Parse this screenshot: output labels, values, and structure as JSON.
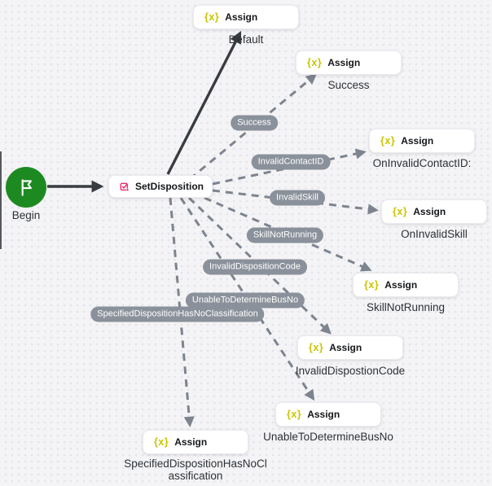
{
  "canvas": {
    "background": "#f4f4f6",
    "dot_color": "#e3e3ec"
  },
  "palette": {
    "begin_green": "#1d8a21",
    "assign_icon_color": "#c9c400",
    "setdisposition_icon_color": "#e41a63",
    "connector_gray": "#7d848e",
    "solid_arrow": "#383c40",
    "pill_bg": "#8a919a",
    "pill_text": "#ffffff",
    "caption_color": "#2d3136"
  },
  "nodes": {
    "begin": {
      "label": "Begin",
      "icon": "flag-icon"
    },
    "setdisposition": {
      "label": "SetDisposition",
      "icon": "checkbox-check-icon"
    },
    "assign_icon_glyph": "{x}",
    "assigns": [
      {
        "label": "Assign",
        "caption": "Default"
      },
      {
        "label": "Assign",
        "caption": "Success"
      },
      {
        "label": "Assign",
        "caption": "OnInvalidContactID:"
      },
      {
        "label": "Assign",
        "caption": "OnInvalidSkill"
      },
      {
        "label": "Assign",
        "caption": "SkillNotRunning"
      },
      {
        "label": "Assign",
        "caption": "InvalidDispostionCode"
      },
      {
        "label": "Assign",
        "caption": "UnableToDetermineBusNo"
      },
      {
        "label": "Assign",
        "caption": "SpecifiedDispositionHasNoClassification"
      }
    ]
  },
  "connectors": {
    "labels": [
      "Success",
      "InvalidContactID",
      "InvalidSkill",
      "SkillNotRunning",
      "InvalidDispositionCode",
      "UnableToDetermineBusNo",
      "SpecifiedDispositionHasNoClassification"
    ]
  }
}
